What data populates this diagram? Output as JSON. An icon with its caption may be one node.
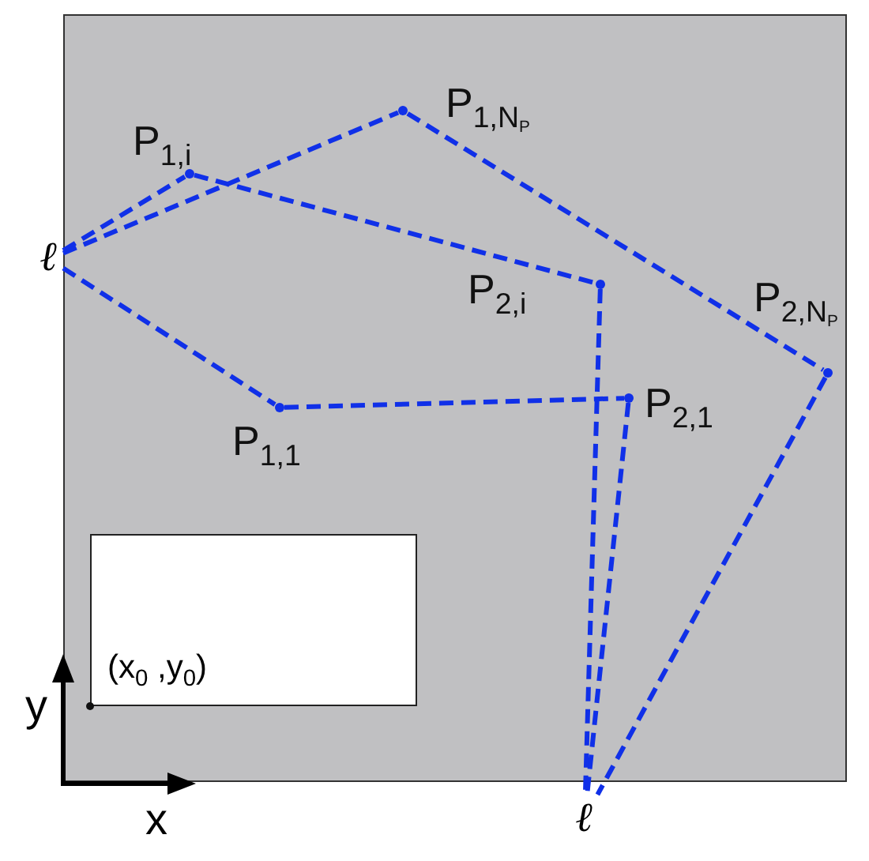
{
  "diagram": {
    "nodes": [
      {
        "text": [],
        "shape": "circle",
        "beside": [
          "P$_{1,N}$$_{P}$"
        ]
      },
      {
        "text": [],
        "shape": "circle",
        "beside": [
          "P$_{1,i}$"
        ]
      },
      {
        "text": [
          "ℓ"
        ]
      },
      {
        "text": [],
        "shape": "circle",
        "beside": [
          "P$_{2,i}$"
        ]
      },
      {
        "text": [],
        "shape": "circle",
        "beside": [
          "P$_{2,N}$$_{P}$"
        ]
      },
      {
        "text": [],
        "shape": "circle",
        "beside": [
          "P$_{2,1}$"
        ]
      },
      {
        "text": [],
        "shape": "circle",
        "beside": [
          "P$_{1,1}$"
        ]
      },
      {
        "text": [
          "(x$_{0}$ ,y$_{0}$)"
        ]
      },
      {
        "text": [
          "ℓ"
        ]
      }
    ],
    "edges": [
      {
        "from": 2,
        "to": 1,
        "arrow": "none",
        "style": "dashed"
      },
      {
        "from": 1,
        "to": 3,
        "arrow": "none",
        "style": "dashed"
      },
      {
        "from": 3,
        "to": 8,
        "arrow": "none",
        "style": "dashed"
      },
      {
        "from": 2,
        "to": 0,
        "arrow": "none",
        "style": "dashed"
      },
      {
        "from": 0,
        "to": 4,
        "arrow": "none",
        "style": "dashed"
      },
      {
        "from": 4,
        "to": 8,
        "arrow": "none",
        "style": "dashed"
      },
      {
        "from": 2,
        "to": 6,
        "arrow": "none",
        "style": "dashed"
      },
      {
        "from": 6,
        "to": 5,
        "arrow": "none",
        "style": "dashed"
      },
      {
        "from": 5,
        "to": 8,
        "arrow": "none",
        "style": "dashed"
      }
    ],
    "labels": [
      "y",
      "x"
    ]
  }
}
